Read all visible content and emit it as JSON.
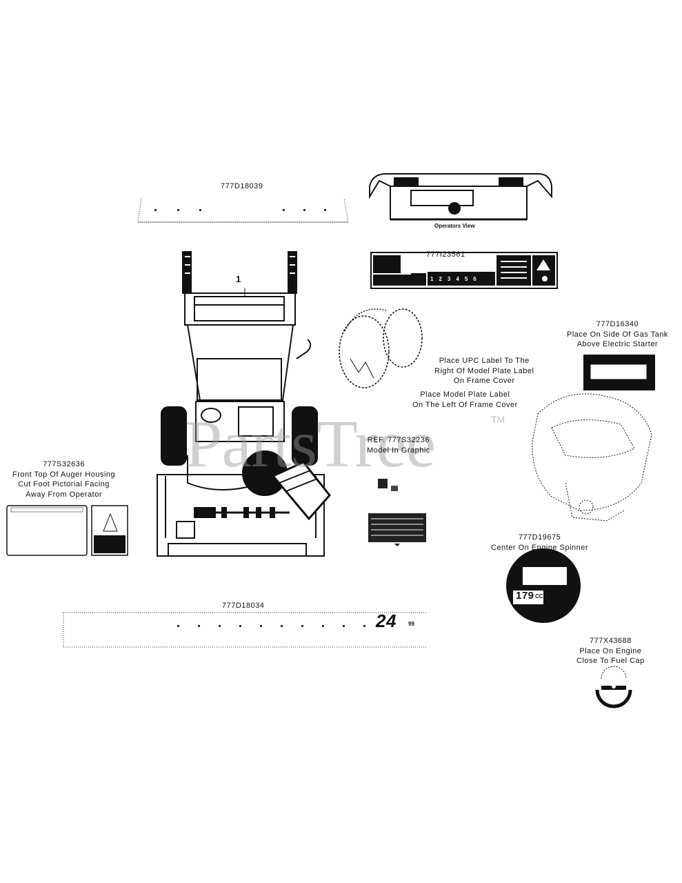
{
  "labels": {
    "d18039": "777D18039",
    "i23561": "777I23561",
    "d16340": [
      "777D16340",
      "Place On Side Of Gas Tank",
      "Above Electric Starter"
    ],
    "upc": [
      "Place UPC Label To The",
      "Right Of Model Plate Label",
      "On Frame Cover"
    ],
    "model_plate": [
      "Place Model Plate Label",
      "On The Left Of Frame Cover"
    ],
    "s32636": [
      "777S32636",
      "Front Top Of Auger Housing",
      "Cut Foot Pictorial Facing",
      "Away From Operator"
    ],
    "model_graphic": [
      "REF. 777S32236",
      "Model In Graphic"
    ],
    "d19675": [
      "777D19675",
      "Center On Engine Spinner"
    ],
    "d18034": "777D18034",
    "x43688": [
      "777X43688",
      "Place On Engine",
      "Close To Fuel Cap"
    ],
    "callout": "1",
    "operators_view": "Operators View",
    "size_badge": "24",
    "size_badge_sup": "99",
    "engine_cc": "179",
    "engine_cc_unit": "CC",
    "numbers": [
      "1",
      "2",
      "3",
      "4",
      "5",
      "6"
    ]
  },
  "watermark": {
    "text": "PartsTree",
    "tm": "TM"
  }
}
